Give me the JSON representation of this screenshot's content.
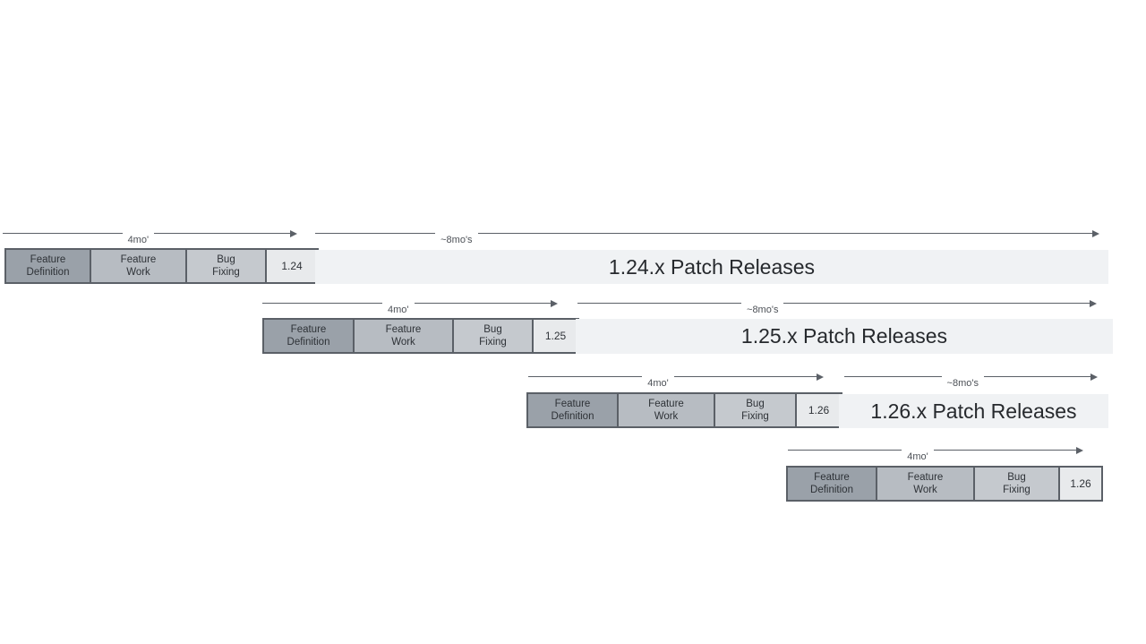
{
  "colors": {
    "feature_definition_fill": "#9aa1a9",
    "feature_work_fill": "#b7bcc2",
    "bug_fixing_fill": "#c5c9ce",
    "version_box_fill": "#e8eaec",
    "patch_bar_fill": "#f0f2f4",
    "arrow_line": "#5b6067"
  },
  "rows": [
    {
      "version": "1.24",
      "phase1_line1": "Feature",
      "phase1_line2": "Definition",
      "phase2_line1": "Feature",
      "phase2_line2": "Work",
      "phase3_line1": "Bug",
      "phase3_line2": "Fixing",
      "cycle_arrow_label": "4mo'",
      "patch_arrow_label": "~8mo's",
      "patch_bar_label": "1.24.x Patch Releases"
    },
    {
      "version": "1.25",
      "phase1_line1": "Feature",
      "phase1_line2": "Definition",
      "phase2_line1": "Feature",
      "phase2_line2": "Work",
      "phase3_line1": "Bug",
      "phase3_line2": "Fixing",
      "cycle_arrow_label": "4mo'",
      "patch_arrow_label": "~8mo's",
      "patch_bar_label": "1.25.x Patch Releases"
    },
    {
      "version": "1.26",
      "phase1_line1": "Feature",
      "phase1_line2": "Definition",
      "phase2_line1": "Feature",
      "phase2_line2": "Work",
      "phase3_line1": "Bug",
      "phase3_line2": "Fixing",
      "cycle_arrow_label": "4mo'",
      "patch_arrow_label": "~8mo's",
      "patch_bar_label": "1.26.x Patch Releases"
    },
    {
      "version": "1.26",
      "phase1_line1": "Feature",
      "phase1_line2": "Definition",
      "phase2_line1": "Feature",
      "phase2_line2": "Work",
      "phase3_line1": "Bug",
      "phase3_line2": "Fixing",
      "cycle_arrow_label": "4mo'"
    }
  ]
}
